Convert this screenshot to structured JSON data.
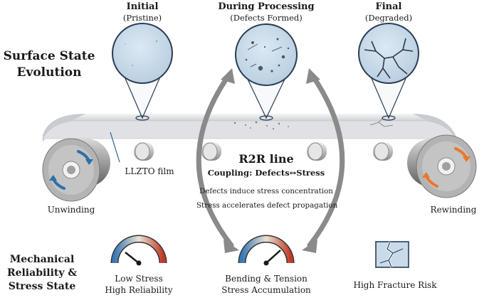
{
  "stages": [
    {
      "title": "Initial",
      "subtitle": "(Pristine)"
    },
    {
      "title": "During Processing",
      "subtitle": "(Defects Formed)"
    },
    {
      "title": "Final",
      "subtitle": "(Degraded)"
    }
  ],
  "surface_heading": [
    "Surface State",
    "Evolution"
  ],
  "mechanical_heading": [
    "Mechanical",
    "Reliability &",
    "Stress State"
  ],
  "film_label": "LLZTO film",
  "unwinding_label": "Unwinding",
  "rewinding_label": "Rewinding",
  "center": {
    "title": "R2R line",
    "coupling": "Coupling: Defects↔Stress",
    "line1": "Defects induce stress concentration",
    "line2": "Stress accelerates defect propagation"
  },
  "bottom": {
    "left": [
      "Low Stress",
      "High Reliability"
    ],
    "middle": [
      "Bending & Tension",
      "Stress Accumulation"
    ],
    "right": [
      "High Fracture Risk"
    ]
  },
  "colors": {
    "film": "#e4e6e9",
    "lens": "#c9dbea",
    "arrow": "#8a8a8a",
    "roller_arrow_left": "#2f6fa8",
    "roller_arrow_right": "#e8782e"
  }
}
